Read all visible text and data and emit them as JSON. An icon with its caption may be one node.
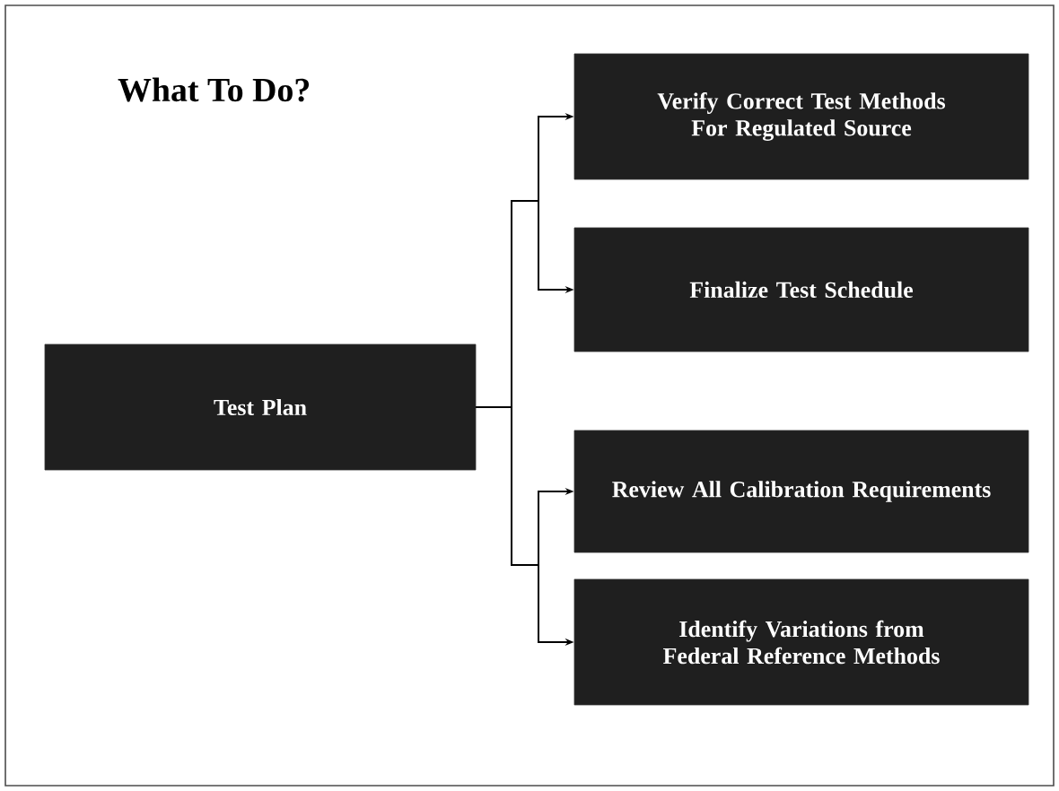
{
  "diagram": {
    "title": "What To Do?",
    "nodes": [
      {
        "text": [
          "Test Plan"
        ]
      },
      {
        "text": [
          "Verify Correct Test Methods For Regulated Source"
        ]
      },
      {
        "text": [
          "Finalize Test Schedule"
        ]
      },
      {
        "text": [
          "Review All Calibration Requirements"
        ]
      },
      {
        "text": [
          "Identify Variations from Federal Reference Methods"
        ]
      }
    ],
    "edges": [
      {
        "from": 0,
        "to": 1,
        "arrow": "to"
      },
      {
        "from": 0,
        "to": 2,
        "arrow": "to"
      },
      {
        "from": 0,
        "to": 3,
        "arrow": "to"
      },
      {
        "from": 0,
        "to": 4,
        "arrow": "to"
      }
    ]
  }
}
